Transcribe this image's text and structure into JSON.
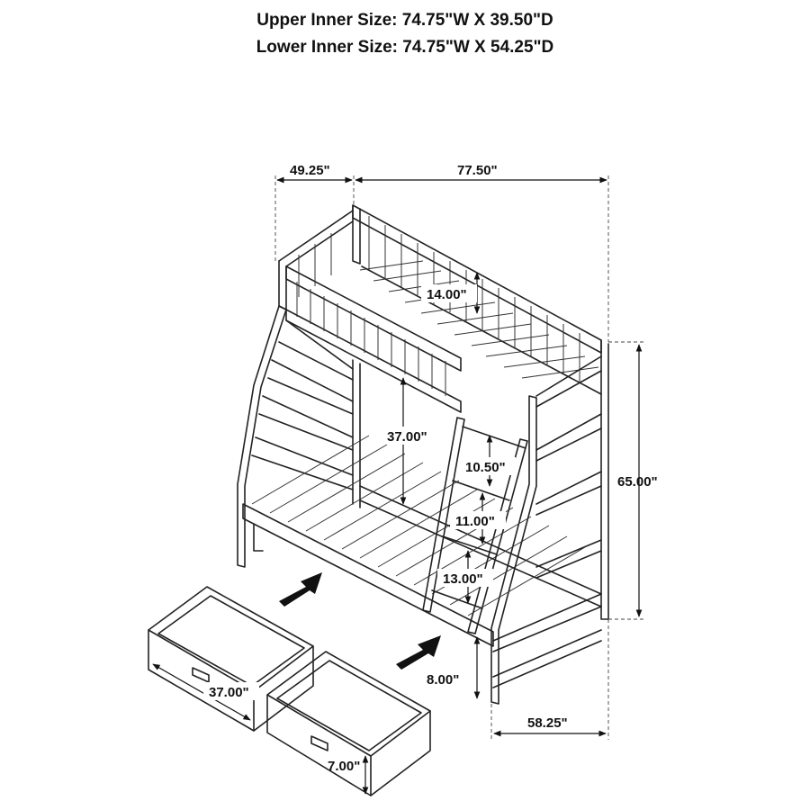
{
  "header": {
    "upper_inner_size": "Upper Inner Size: 74.75\"W X 39.50\"D",
    "lower_inner_size": "Lower Inner Size: 74.75\"W X 54.25\"D"
  },
  "dimensions": {
    "top_depth": "49.25\"",
    "total_length": "77.50\"",
    "guardrail_height": "14.00\"",
    "bunk_clearance": "37.00\"",
    "ladder_step_top": "10.50\"",
    "total_height": "65.00\"",
    "ladder_step_mid": "11.00\"",
    "ladder_step_low": "13.00\"",
    "floor_clearance": "8.00\"",
    "bottom_depth": "58.25\"",
    "drawer_length": "37.00\"",
    "drawer_height": "7.00\""
  }
}
